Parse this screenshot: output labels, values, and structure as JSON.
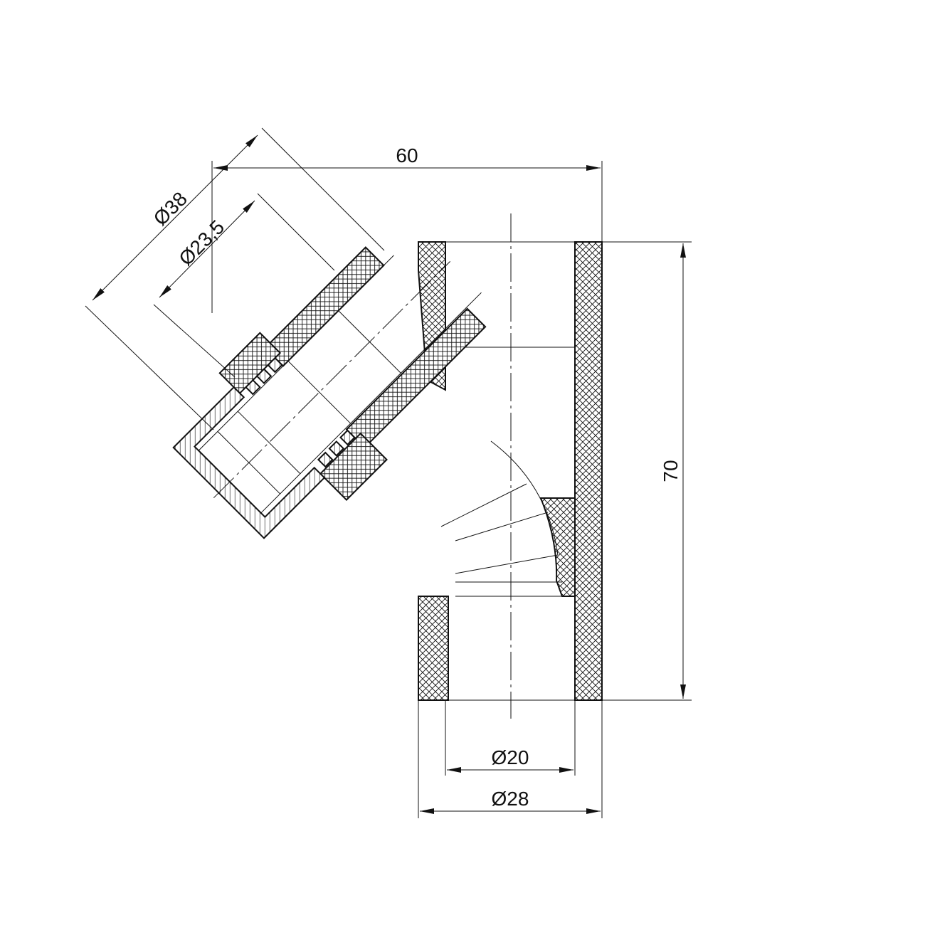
{
  "dimensions": {
    "width_overall": "60",
    "height_overall": "70",
    "inner_diameter": "Ø20",
    "outer_diameter": "Ø28",
    "cap_outer_diameter": "Ø38",
    "cap_inner_diameter": "Ø23,5"
  },
  "colors": {
    "line": "#111111",
    "background": "#ffffff"
  }
}
